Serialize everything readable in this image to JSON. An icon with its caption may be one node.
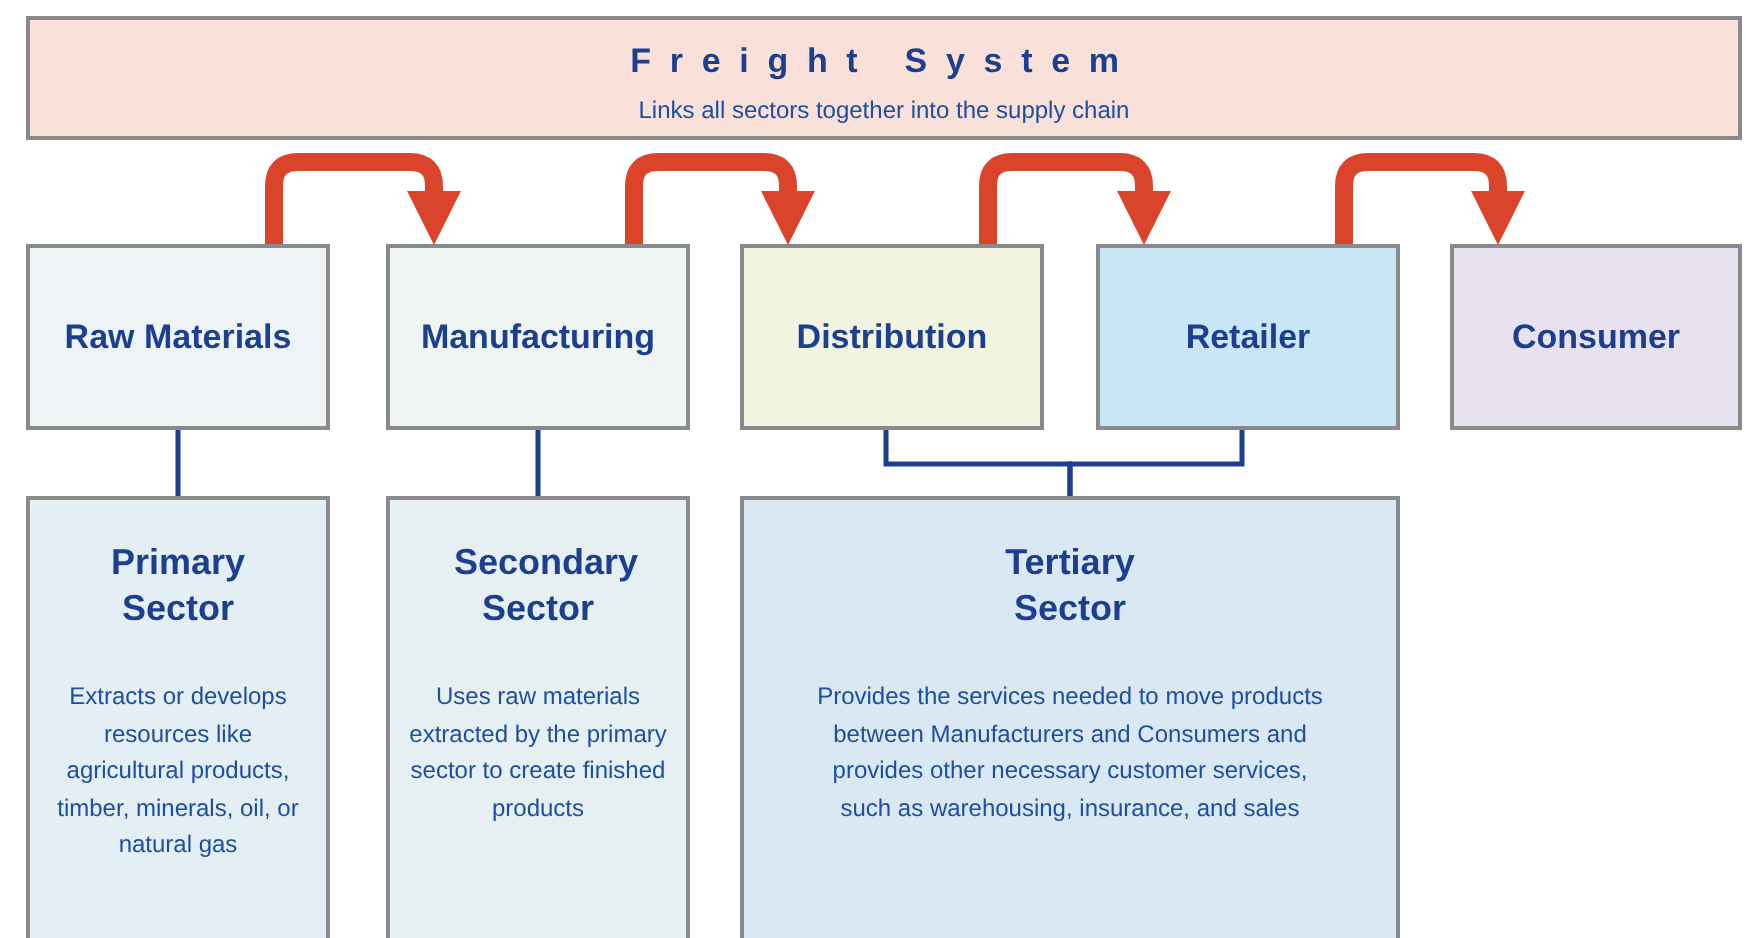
{
  "diagram": {
    "nodes": [
      {
        "text": [
          "Freight System",
          "Links all sectors together into the supply chain"
        ]
      },
      {
        "text": [
          "Raw Materials"
        ]
      },
      {
        "text": [
          "Manufacturing"
        ]
      },
      {
        "text": [
          "Distribution"
        ]
      },
      {
        "text": [
          "Retailer"
        ]
      },
      {
        "text": [
          "Consumer"
        ]
      },
      {
        "text": [
          "Primary Sector",
          "Extracts or develops resources like agricultural products, timber, minerals, oil, or natural gas"
        ]
      },
      {
        "text": [
          "Secondary Sector",
          "Uses raw materials extracted by the primary sector to create finished products"
        ]
      },
      {
        "text": [
          "Tertiary Sector",
          "Provides the services needed to move products between Manufacturers and Consumers and provides other necessary customer services, such as warehousing, insurance, and sales"
        ]
      }
    ],
    "edges": [
      {
        "from": 1,
        "to": 2,
        "arrow": "to",
        "style": "thick",
        "color": "#d9442a"
      },
      {
        "from": 2,
        "to": 3,
        "arrow": "to",
        "style": "thick",
        "color": "#d9442a"
      },
      {
        "from": 3,
        "to": 4,
        "arrow": "to",
        "style": "thick",
        "color": "#d9442a"
      },
      {
        "from": 4,
        "to": 5,
        "arrow": "to",
        "style": "thick",
        "color": "#d9442a"
      },
      {
        "from": 1,
        "to": 6,
        "arrow": "none",
        "color": "#1d3f8f"
      },
      {
        "from": 2,
        "to": 7,
        "arrow": "none",
        "color": "#1d3f8f"
      },
      {
        "from": 3,
        "to": 8,
        "arrow": "none",
        "color": "#1d3f8f"
      },
      {
        "from": 4,
        "to": 8,
        "arrow": "none",
        "color": "#1d3f8f"
      }
    ]
  }
}
